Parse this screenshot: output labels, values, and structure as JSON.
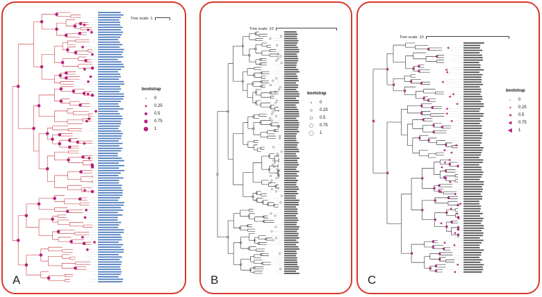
{
  "panels": [
    {
      "id": "a",
      "letter": "A",
      "scale_label": "Tree scale: 1",
      "legend_title": "bootstrap",
      "legend_values": [
        "0",
        "0.25",
        "0.5",
        "0.75",
        "1"
      ],
      "branch_color": "#c0272d",
      "label_color": "#2f66b3",
      "node_color": "#b5217f",
      "marker": "circle"
    },
    {
      "id": "b",
      "letter": "B",
      "scale_label": "Tree scale: 10",
      "legend_title": "bootstrap",
      "legend_values": [
        "0",
        "0.25",
        "0.5",
        "0.75",
        "1"
      ],
      "branch_color": "#1a1a1a",
      "label_color": "#333333",
      "node_color": "#d6342a",
      "marker": "open-circle"
    },
    {
      "id": "c",
      "letter": "C",
      "scale_label": "Tree scale: 10",
      "legend_title": "bootstrap",
      "legend_values": [
        "0",
        "0.25",
        "0.5",
        "0.75",
        "1"
      ],
      "branch_color": "#1a1a1a",
      "label_color": "#333333",
      "node_color": "#b5217f",
      "marker": "triangle"
    }
  ]
}
